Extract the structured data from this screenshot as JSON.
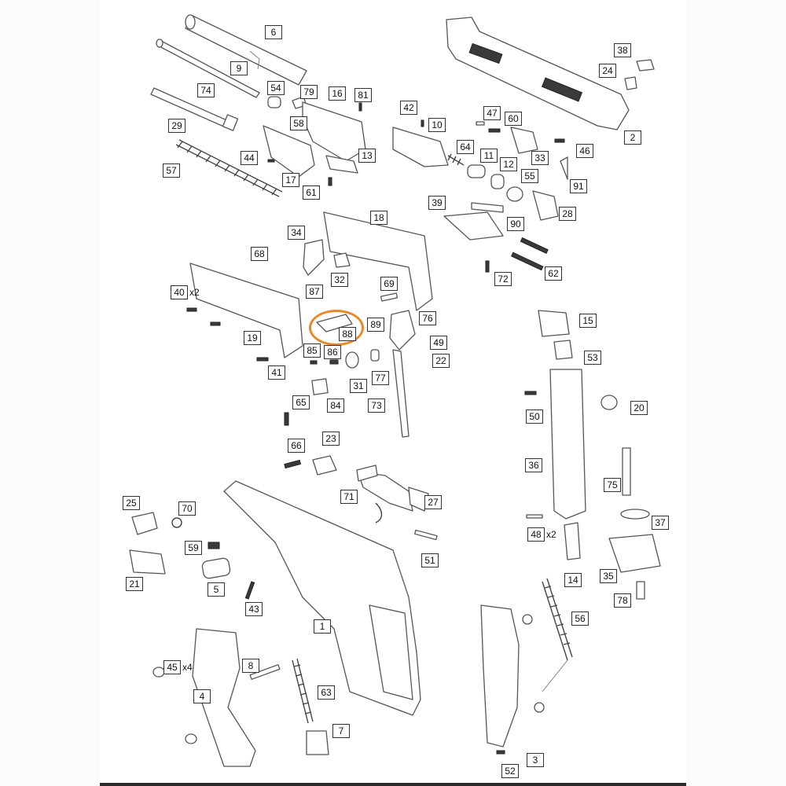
{
  "diagram": {
    "highlight_color": "#e8892b",
    "line_color": "#555555",
    "callouts": [
      {
        "n": "6"
      },
      {
        "n": "9"
      },
      {
        "n": "74"
      },
      {
        "n": "54"
      },
      {
        "n": "79"
      },
      {
        "n": "16"
      },
      {
        "n": "81"
      },
      {
        "n": "29"
      },
      {
        "n": "58"
      },
      {
        "n": "42"
      },
      {
        "n": "10"
      },
      {
        "n": "47"
      },
      {
        "n": "60"
      },
      {
        "n": "38"
      },
      {
        "n": "24"
      },
      {
        "n": "2"
      },
      {
        "n": "44"
      },
      {
        "n": "13"
      },
      {
        "n": "64"
      },
      {
        "n": "11"
      },
      {
        "n": "33"
      },
      {
        "n": "46"
      },
      {
        "n": "57"
      },
      {
        "n": "17"
      },
      {
        "n": "12"
      },
      {
        "n": "55"
      },
      {
        "n": "91"
      },
      {
        "n": "61"
      },
      {
        "n": "39"
      },
      {
        "n": "18"
      },
      {
        "n": "28"
      },
      {
        "n": "90"
      },
      {
        "n": "34"
      },
      {
        "n": "68"
      },
      {
        "n": "32"
      },
      {
        "n": "69"
      },
      {
        "n": "72"
      },
      {
        "n": "62"
      },
      {
        "n": "40"
      },
      {
        "n": "87"
      },
      {
        "n": "76"
      },
      {
        "n": "89"
      },
      {
        "n": "88"
      },
      {
        "n": "15"
      },
      {
        "n": "19"
      },
      {
        "n": "49"
      },
      {
        "n": "85"
      },
      {
        "n": "86"
      },
      {
        "n": "22"
      },
      {
        "n": "53"
      },
      {
        "n": "41"
      },
      {
        "n": "31"
      },
      {
        "n": "77"
      },
      {
        "n": "84"
      },
      {
        "n": "65"
      },
      {
        "n": "73"
      },
      {
        "n": "50"
      },
      {
        "n": "20"
      },
      {
        "n": "23"
      },
      {
        "n": "66"
      },
      {
        "n": "36"
      },
      {
        "n": "75"
      },
      {
        "n": "71"
      },
      {
        "n": "27"
      },
      {
        "n": "25"
      },
      {
        "n": "70"
      },
      {
        "n": "37"
      },
      {
        "n": "48"
      },
      {
        "n": "59"
      },
      {
        "n": "51"
      },
      {
        "n": "21"
      },
      {
        "n": "5"
      },
      {
        "n": "14"
      },
      {
        "n": "35"
      },
      {
        "n": "43"
      },
      {
        "n": "78"
      },
      {
        "n": "56"
      },
      {
        "n": "1"
      },
      {
        "n": "45"
      },
      {
        "n": "8"
      },
      {
        "n": "63"
      },
      {
        "n": "4"
      },
      {
        "n": "7"
      },
      {
        "n": "52"
      },
      {
        "n": "3"
      }
    ],
    "quantities": [
      {
        "for": "40",
        "text": "x2"
      },
      {
        "for": "48",
        "text": "x2"
      },
      {
        "for": "45",
        "text": "x4"
      }
    ]
  }
}
